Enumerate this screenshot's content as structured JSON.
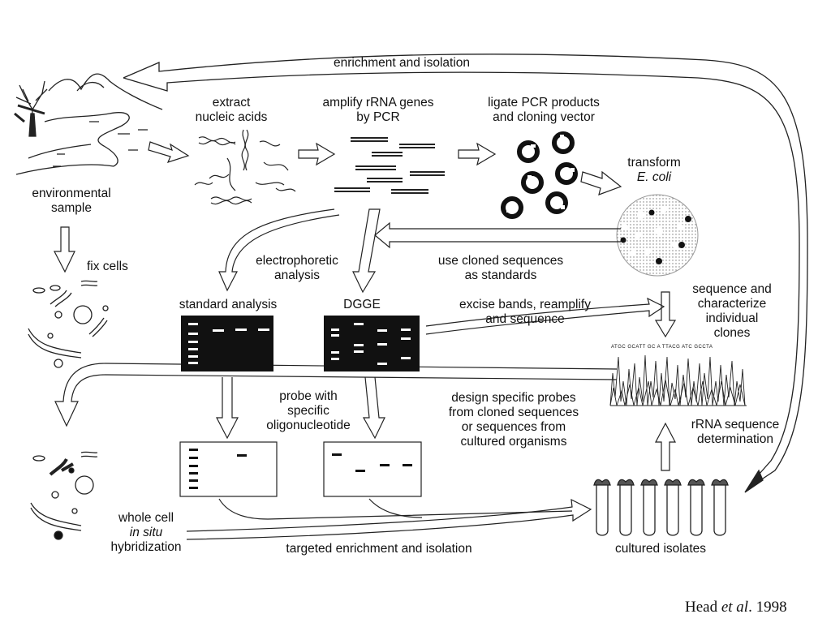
{
  "labels": {
    "enrichment_top": "enrichment and isolation",
    "extract": [
      "extract",
      "nucleic acids"
    ],
    "amplify": [
      "amplify rRNA genes",
      "by PCR"
    ],
    "ligate": [
      "ligate PCR products",
      "and cloning vector"
    ],
    "transform": "transform",
    "ecoli": "E. coli",
    "environmental": [
      "environmental",
      "sample"
    ],
    "fix_cells": "fix cells",
    "electrophoretic": [
      "electrophoretic",
      "analysis"
    ],
    "use_cloned": [
      "use cloned sequences",
      "as standards"
    ],
    "standard_analysis": "standard analysis",
    "dgge": "DGGE",
    "excise": [
      "excise bands, reamplify",
      "and sequence"
    ],
    "sequence_characterize": [
      "sequence and",
      "characterize",
      "individual",
      "clones"
    ],
    "probe_with": [
      "probe with",
      "specific",
      "oligonucleotide"
    ],
    "design_probes": [
      "design specific probes",
      "from cloned sequences",
      "or sequences from",
      "cultured organisms"
    ],
    "rrna_determination": [
      "rRNA sequence",
      "determination"
    ],
    "whole_cell": "whole cell",
    "in_situ": "in situ",
    "hybridization": "hybridization",
    "targeted": "targeted enrichment and isolation",
    "cultured_isolates": "cultured isolates",
    "trace_header": "ATGC GCATT GC A  TTACG ATC  GCCTA"
  },
  "citation": {
    "author": "Head ",
    "etal": "et al",
    "year": ". 1998"
  }
}
